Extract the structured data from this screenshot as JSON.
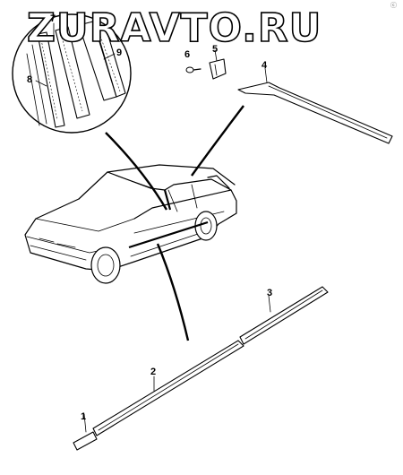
{
  "watermark": "ZURAVTO.RU",
  "corner_mark": "ⓒ",
  "callouts": {
    "p1": "1",
    "p2": "2",
    "p3": "3",
    "p4": "4",
    "p5": "5",
    "p6": "6",
    "p7": "7",
    "p8": "8",
    "p9": "9"
  }
}
